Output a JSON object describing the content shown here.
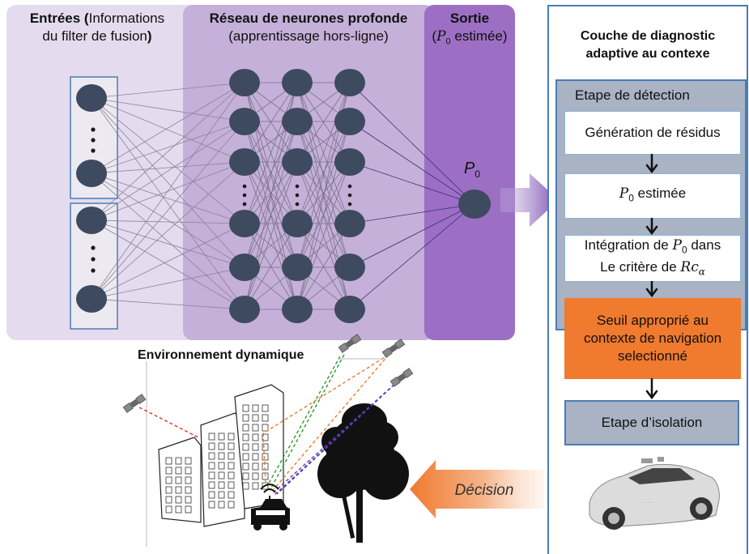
{
  "inputs_panel": {
    "title_bold": "Entrées (",
    "title_rest": "Informations",
    "title_line2": "du filter de fusion",
    "title_close": ")"
  },
  "dnn_panel": {
    "title": "Réseau de neurones profonde",
    "subtitle": "(apprentissage hors-ligne)"
  },
  "output_panel": {
    "title": "Sortie",
    "subtitle_var": "P",
    "subtitle_sub": "0",
    "subtitle_rest": " estimée)",
    "subtitle_open": "(",
    "node_label_var": "P",
    "node_label_sub": "0"
  },
  "diagnostic": {
    "title_line1": "Couche de diagnostic",
    "title_line2": "adaptive au contexe",
    "detection_label": "Etape de détection",
    "step1": "Génération de résidus",
    "step2_var": "P",
    "step2_sub": "0",
    "step2_rest": " estimée",
    "step3_line1_pre": "Intégration de ",
    "step3_line1_var": "P",
    "step3_line1_sub": "0",
    "step3_line1_post": " dans",
    "step3_line2_pre": "Le critère de ",
    "step3_line2_var": "Rc",
    "step3_line2_sub": "α",
    "threshold_line1": "Seuil approprié au",
    "threshold_line2": "contexte de navigation",
    "threshold_line3": "selectionné",
    "isolation": "Etape d’isolation"
  },
  "environment": {
    "title": "Environnement dynamique"
  },
  "decision": {
    "label": "Décision"
  },
  "colors": {
    "inputs_bg": "#e4dcee",
    "dnn_bg": "#c5b0d9",
    "output_bg": "#9c6fc4",
    "node": "#3e4a5f",
    "detection_bg": "#a9b3c4",
    "threshold_bg": "#f07a2e",
    "isolation_bg": "#a9b3c4",
    "diag_border": "#4a7cb5",
    "decision_arrow": "#f07a2e",
    "ray_red": "#d9342b",
    "ray_green": "#2f9b2f",
    "ray_orange": "#f07a2e",
    "ray_purple": "#5a3fb0"
  }
}
